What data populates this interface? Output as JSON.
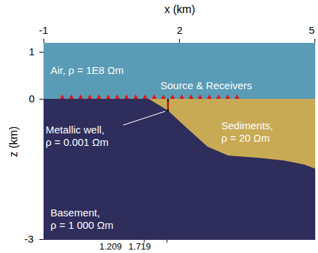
{
  "diagram": {
    "labels": [
      "x (km)",
      "-1",
      "2",
      "5",
      "1",
      "0",
      "-3",
      "z (km)",
      "Air, ρ = 1E8 Ωm",
      "Source & Receivers",
      "Sediments, ρ = 20 Ωm",
      "Metallic well, ρ = 0.001 Ωm",
      "Basement, ρ = 1 000 Ωm",
      "1.209",
      "1.719"
    ]
  }
}
